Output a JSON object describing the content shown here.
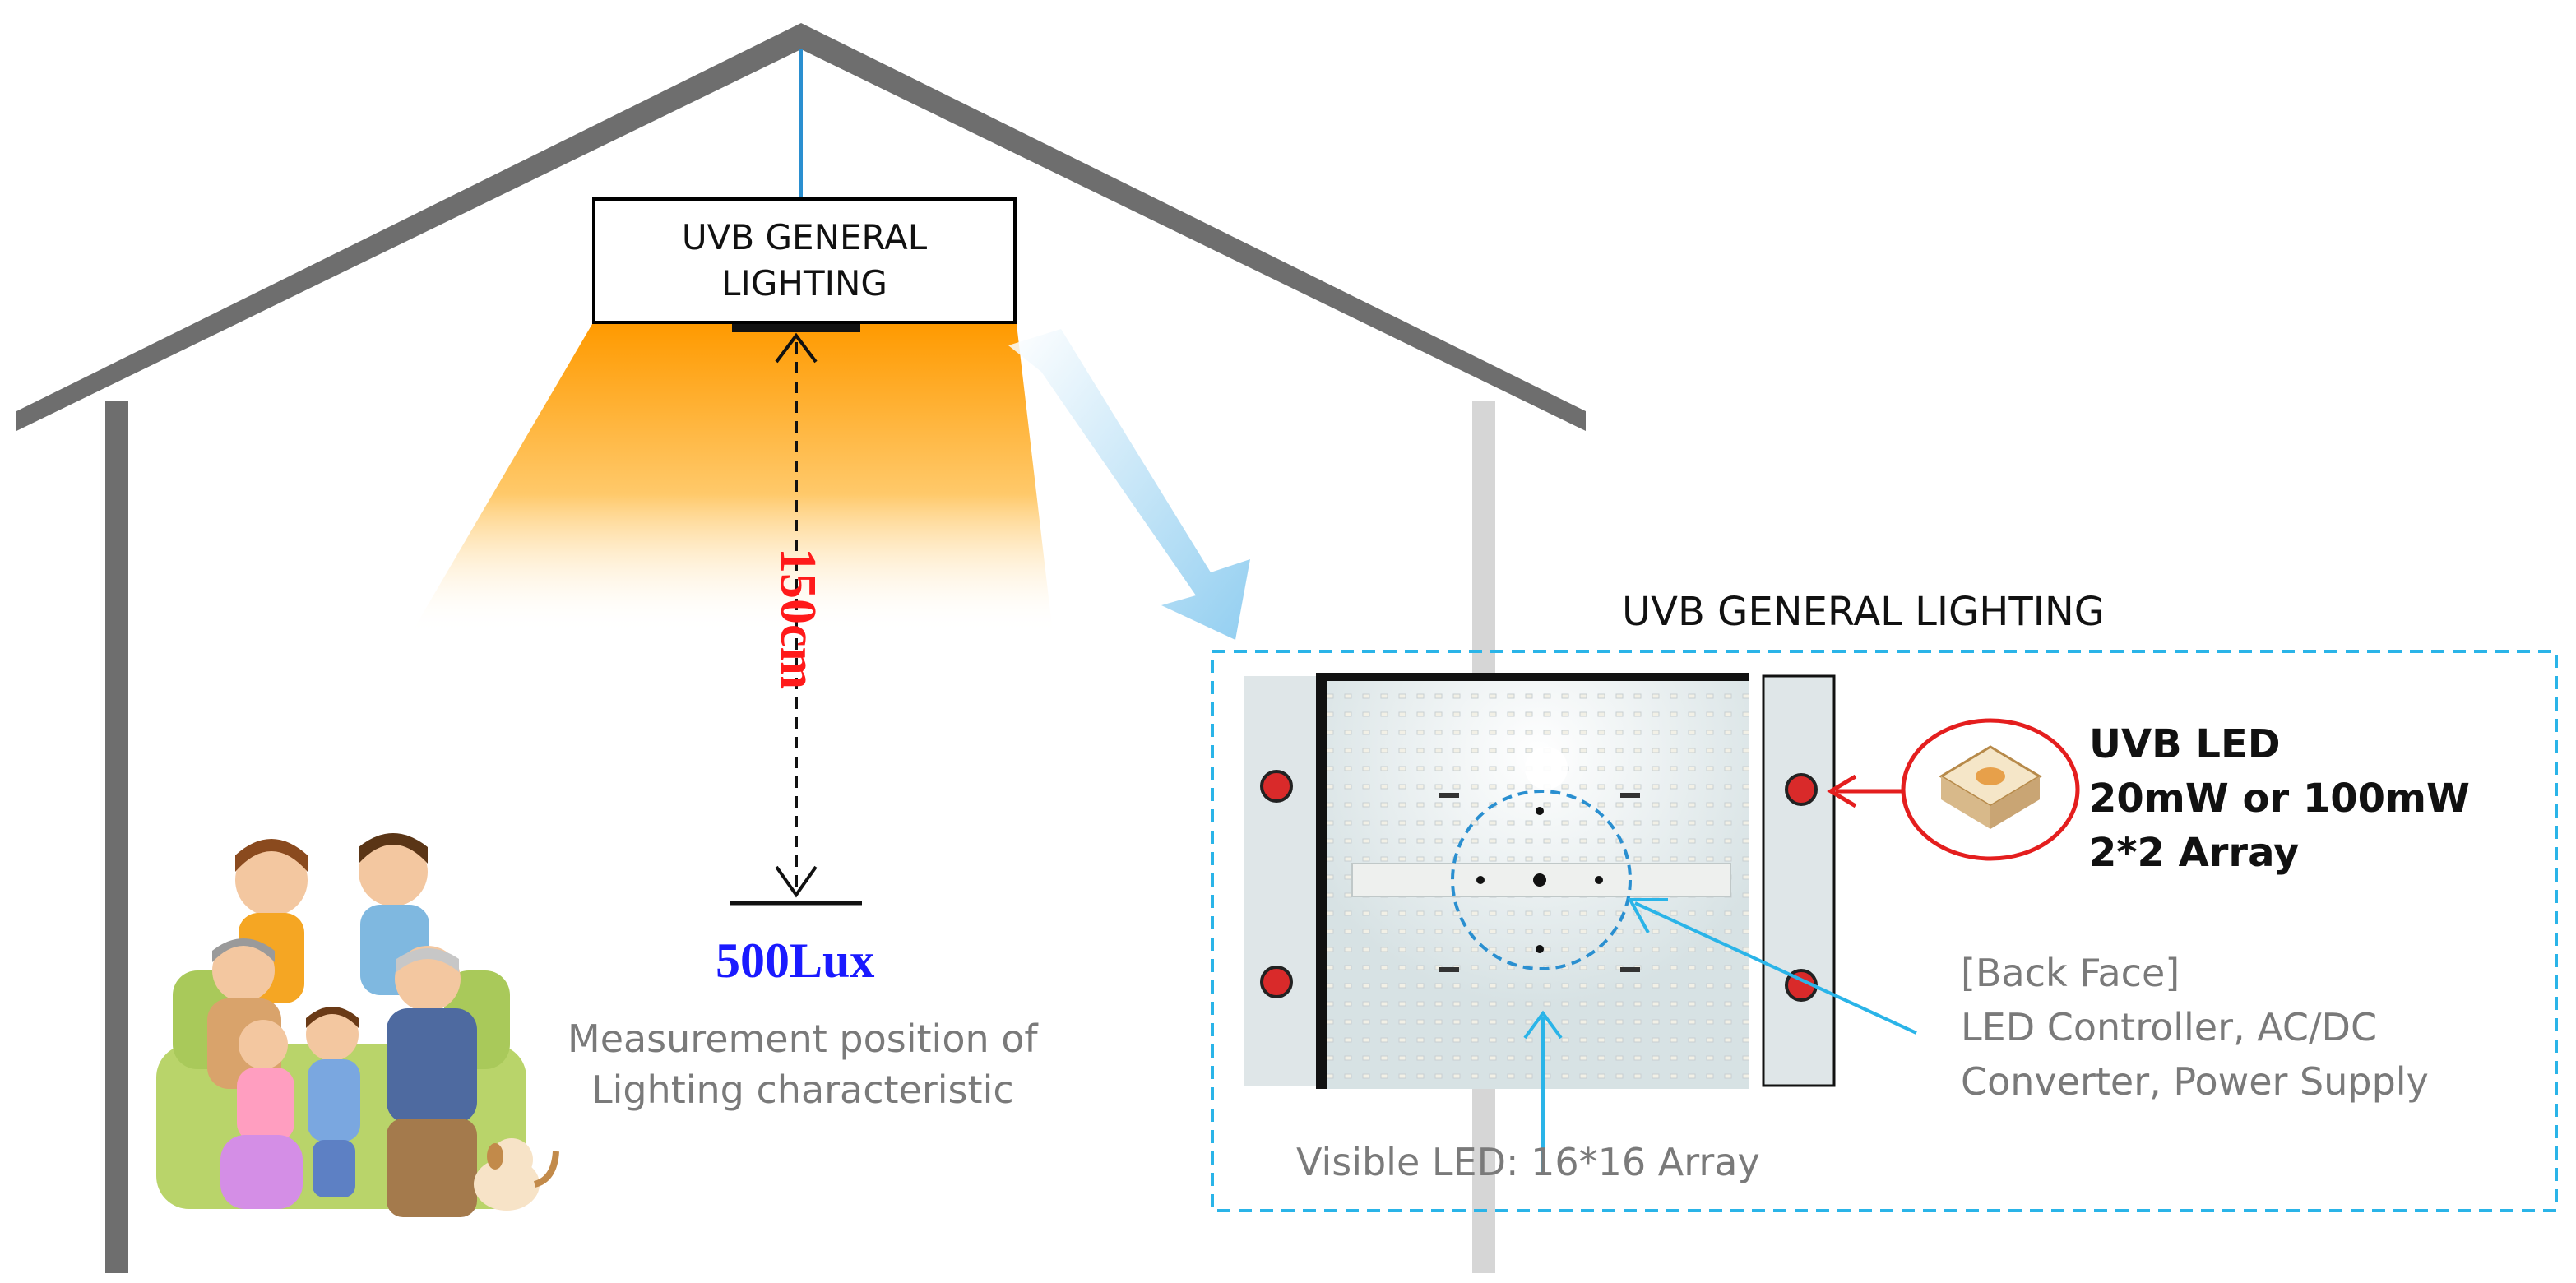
{
  "fixture_label": {
    "line1": "UVB GENERAL",
    "line2": "LIGHTING"
  },
  "distance_label": "150cm",
  "lux_label": "500Lux",
  "measurement_label": {
    "line1": "Measurement position of",
    "line2": "Lighting characteristic"
  },
  "panel_title": "UVB GENERAL LIGHTING",
  "uvb_led": {
    "line1": "UVB LED",
    "line2": "20mW or 100mW",
    "line3": "2*2 Array"
  },
  "back_face": {
    "line1": "[Back Face]",
    "line2": "LED Controller, AC/DC",
    "line3": "Converter, Power Supply"
  },
  "visible_led": "Visible LED: 16*16 Array",
  "colors": {
    "roof": "#6e6e6e",
    "light_cone": "#ffb020",
    "callout": "#2ab4e8",
    "distance": "#ff1a1a",
    "lux": "#1a1aff",
    "pointer": "#e41e1e"
  }
}
